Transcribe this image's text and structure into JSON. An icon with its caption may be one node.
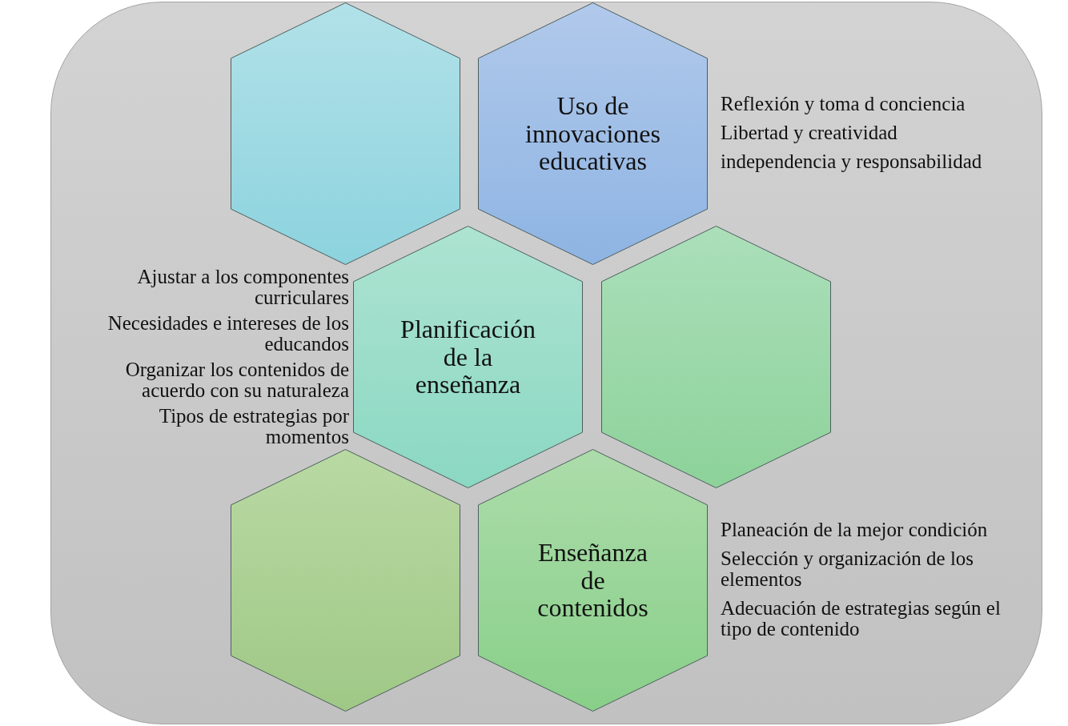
{
  "diagram": {
    "nodes": [
      {
        "text": [],
        "shape": "hexagon"
      },
      {
        "text": [
          "Uso de innovaciones educativas"
        ],
        "beside": [
          "Reflexión y toma d conciencia",
          "Libertad y creatividad",
          "independencia y responsabilidad"
        ]
      },
      {
        "text": [
          "Planificación de la enseñanza"
        ],
        "beside": [
          "Ajustar a los componentes curriculares",
          "Necesidades e intereses de los educandos",
          "Organizar los contenidos de acuerdo con su naturaleza",
          "Tipos de estrategias por momentos"
        ]
      },
      {
        "text": [],
        "shape": "hexagon"
      },
      {
        "text": [],
        "shape": "hexagon"
      },
      {
        "text": [
          "Enseñanza de contenidos"
        ],
        "beside": [
          "Planeación de la mejor condición",
          "Selección y organización de los elementos",
          "Adecuación de estrategias según el tipo de contenido"
        ]
      }
    ]
  }
}
